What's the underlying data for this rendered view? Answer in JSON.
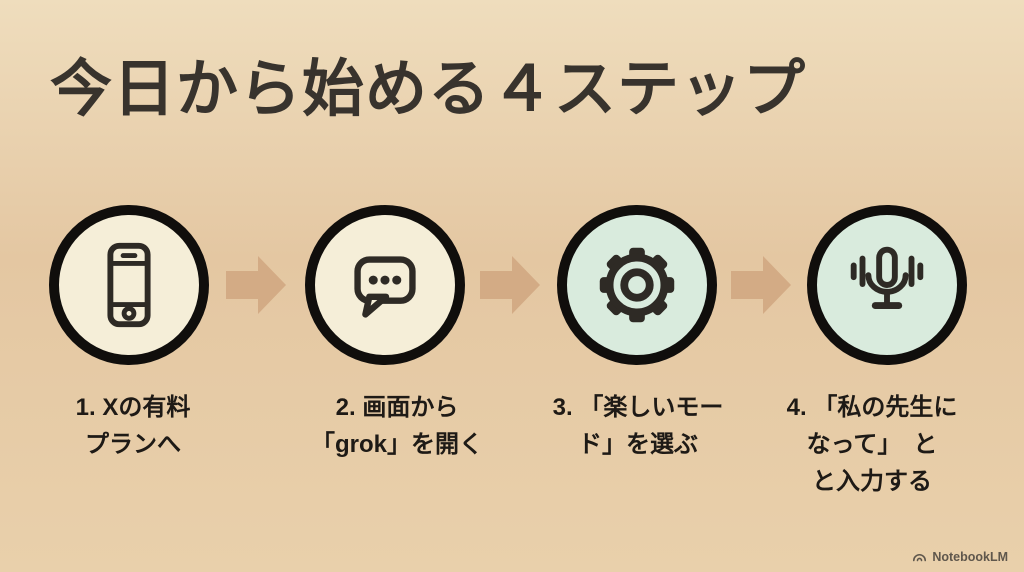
{
  "title": "今日から始める４ステップ",
  "steps": [
    {
      "icon": "smartphone-icon",
      "fill": "cream",
      "lines": [
        "1. Xの有料",
        "プランへ"
      ]
    },
    {
      "icon": "chat-bubble-icon",
      "fill": "cream",
      "lines": [
        "2. 画面から",
        "「grok」を開く"
      ]
    },
    {
      "icon": "gear-icon",
      "fill": "mint",
      "lines": [
        "3. 「楽しいモー",
        "ド」を選ぶ"
      ]
    },
    {
      "icon": "microphone-icon",
      "fill": "mint",
      "lines": [
        "4. 「私の先生に",
        "なって」　と",
        "と入力する"
      ]
    }
  ],
  "arrows": {
    "count": 3,
    "direction": "right"
  },
  "watermark": {
    "label": "NotebookLM",
    "icon": "notebooklm-logo-icon"
  },
  "colors": {
    "bg-top": "#efddbd",
    "bg-mid": "#e4c7a2",
    "bg-bottom": "#e9d0ab",
    "title-color": "#38332d",
    "label-color": "#1e1a16",
    "circle-border": "#100e0c",
    "circle-cream": "#f5eed8",
    "circle-mint": "#d9ebdd",
    "arrow-color": "#d3ab85",
    "icon-stroke": "#2e2a25",
    "watermark-color": "#5f574c"
  }
}
